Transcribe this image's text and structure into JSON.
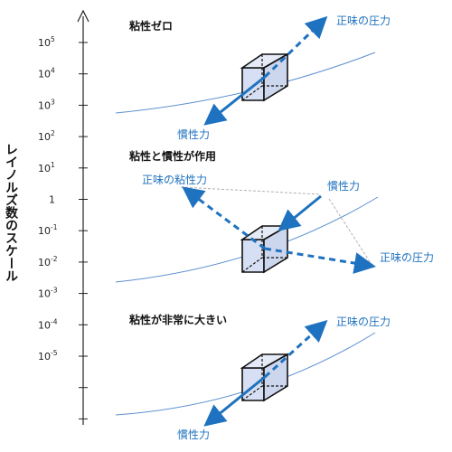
{
  "colors": {
    "arrow": "#1f72bf",
    "label": "#1f72bf",
    "curve": "#5b8fd0",
    "cube_fill": "#d6dff3",
    "cube_stroke": "#111111",
    "axis": "#222222",
    "guide": "#b0b0b0"
  },
  "axis": {
    "label": "レイノルズ数のスケール",
    "ticks": [
      {
        "base": "10",
        "exp": "5"
      },
      {
        "base": "10",
        "exp": "4"
      },
      {
        "base": "10",
        "exp": "3"
      },
      {
        "base": "10",
        "exp": "2"
      },
      {
        "base": "10",
        "exp": "1"
      },
      {
        "base": "1",
        "exp": ""
      },
      {
        "base": "10",
        "exp": "-1"
      },
      {
        "base": "10",
        "exp": "-2"
      },
      {
        "base": "10",
        "exp": "-3"
      },
      {
        "base": "10",
        "exp": "-4"
      },
      {
        "base": "10",
        "exp": "-5"
      },
      {
        "base": "",
        "exp": ""
      },
      {
        "base": "",
        "exp": ""
      }
    ]
  },
  "panels": [
    {
      "title": "粘性ゼロ",
      "labels": {
        "net_pressure": "正味の圧力",
        "inertia": "慣性力"
      }
    },
    {
      "title": "粘性と慣性が作用",
      "labels": {
        "net_viscous": "正味の粘性力",
        "inertia": "慣性力",
        "net_pressure": "正味の圧力"
      }
    },
    {
      "title": "粘性が非常に大きい",
      "labels": {
        "net_pressure": "正味の圧力",
        "inertia": "慣性力"
      }
    }
  ]
}
